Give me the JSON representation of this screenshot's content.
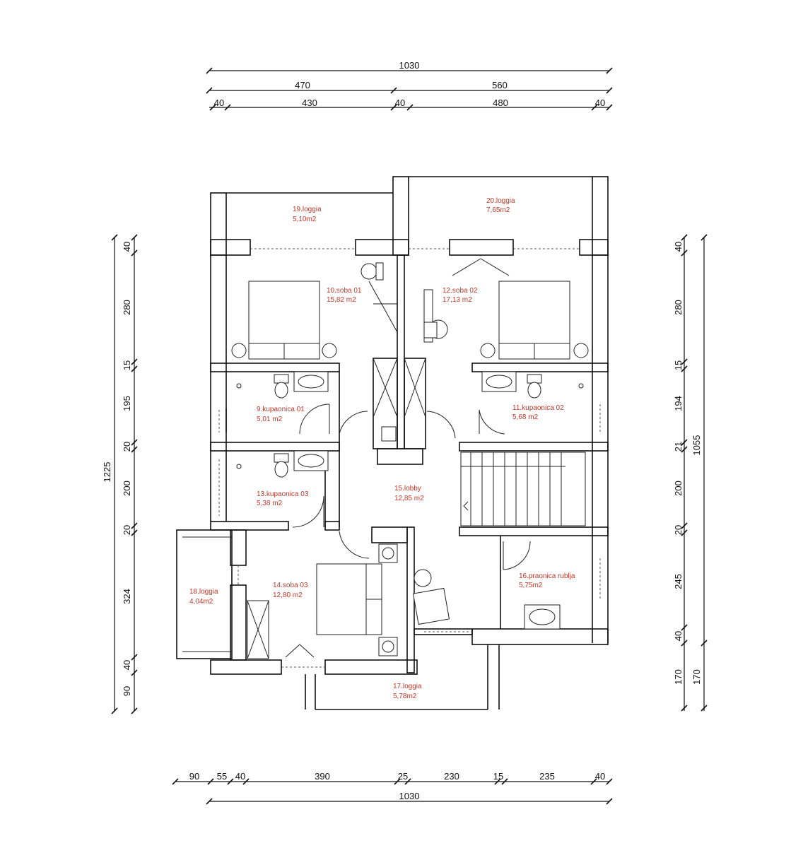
{
  "top_dims": {
    "overall": "1030",
    "row2": [
      "470",
      "560"
    ],
    "row3": [
      "40",
      "430",
      "40",
      "480",
      "40"
    ]
  },
  "bottom_dims": {
    "row1": [
      "90",
      "55",
      "40",
      "390",
      "25",
      "230",
      "15",
      "235",
      "40"
    ],
    "overall": "1030"
  },
  "left_dims": {
    "overall": "1225",
    "segments": [
      "40",
      "280",
      "15",
      "195",
      "20",
      "200",
      "20",
      "324",
      "40",
      "90"
    ]
  },
  "right_dims": {
    "overall": "1055",
    "segments": [
      "40",
      "280",
      "15",
      "194",
      "21",
      "200",
      "20",
      "245",
      "40",
      "170"
    ],
    "extra": "170"
  },
  "rooms": [
    {
      "name": "19.loggia",
      "area": "5,10m2"
    },
    {
      "name": "20.loggia",
      "area": "7,65m2"
    },
    {
      "name": "10.soba 01",
      "area": "15,82 m2"
    },
    {
      "name": "12.soba 02",
      "area": "17,13 m2"
    },
    {
      "name": "9.kupaonica 01",
      "area": "5,01 m2"
    },
    {
      "name": "11.kupaonica 02",
      "area": "5,68 m2"
    },
    {
      "name": "13.kupaonica 03",
      "area": "5,38 m2"
    },
    {
      "name": "15.lobby",
      "area": "12,85 m2"
    },
    {
      "name": "18.loggia",
      "area": "4,04m2"
    },
    {
      "name": "14.soba 03",
      "area": "12,80 m2"
    },
    {
      "name": "16.praonica rublja",
      "area": "5,75m2"
    },
    {
      "name": "17.loggia",
      "area": "5,78m2"
    }
  ]
}
